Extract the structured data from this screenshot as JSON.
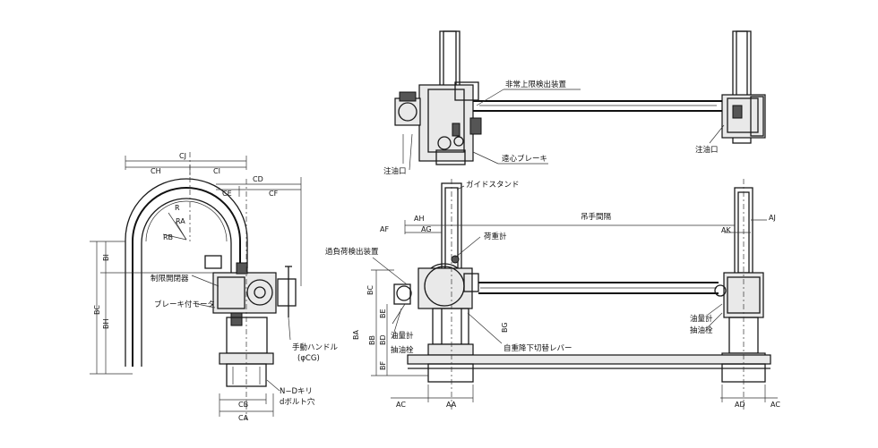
{
  "labels": {
    "emergency_upper_limit": "非常上限検出装置",
    "centrifugal_brake": "遠心ブレーキ",
    "oil_inlet_top_left": "注油口",
    "oil_inlet_top_right": "注油口",
    "guide_stand": "ガイドスタンド",
    "lifting_stroke": "吊手間隔",
    "overload_detector": "過負荷検出装置",
    "load_meter": "荷重計",
    "oil_inlet_mid": "油量計",
    "oil_drain_mid": "抽油栓",
    "oil_inlet_right": "油量計",
    "oil_drain_right": "抽油栓",
    "auto_lower_lever": "自重降下切替レバー",
    "limit_switch": "制限開閉器",
    "brake_motor": "ブレーキ付モータ",
    "manual_handle": "手動ハンドル",
    "handle_dia": "(φCG)",
    "bolt_note_1": "N−Dキリ",
    "bolt_note_2": "dボルト穴"
  },
  "dims": {
    "CJ": "CJ",
    "CH": "CH",
    "CI": "CI",
    "CD": "CD",
    "CE": "CE",
    "CF": "CF",
    "R": "R",
    "RA": "RA",
    "RB": "RB",
    "BI": "BI",
    "BC": "BC",
    "BH": "BH",
    "CB": "CB",
    "CA": "CA",
    "AH": "AH",
    "AF": "AF",
    "AG": "AG",
    "AK": "AK",
    "AJ": "AJ",
    "BC2": "BC",
    "BE": "BE",
    "BA": "BA",
    "BB": "BB",
    "BD": "BD",
    "BF": "BF",
    "BG": "BG",
    "AC_L": "AC",
    "AA": "AA",
    "AD": "AD",
    "AC_R": "AC"
  }
}
